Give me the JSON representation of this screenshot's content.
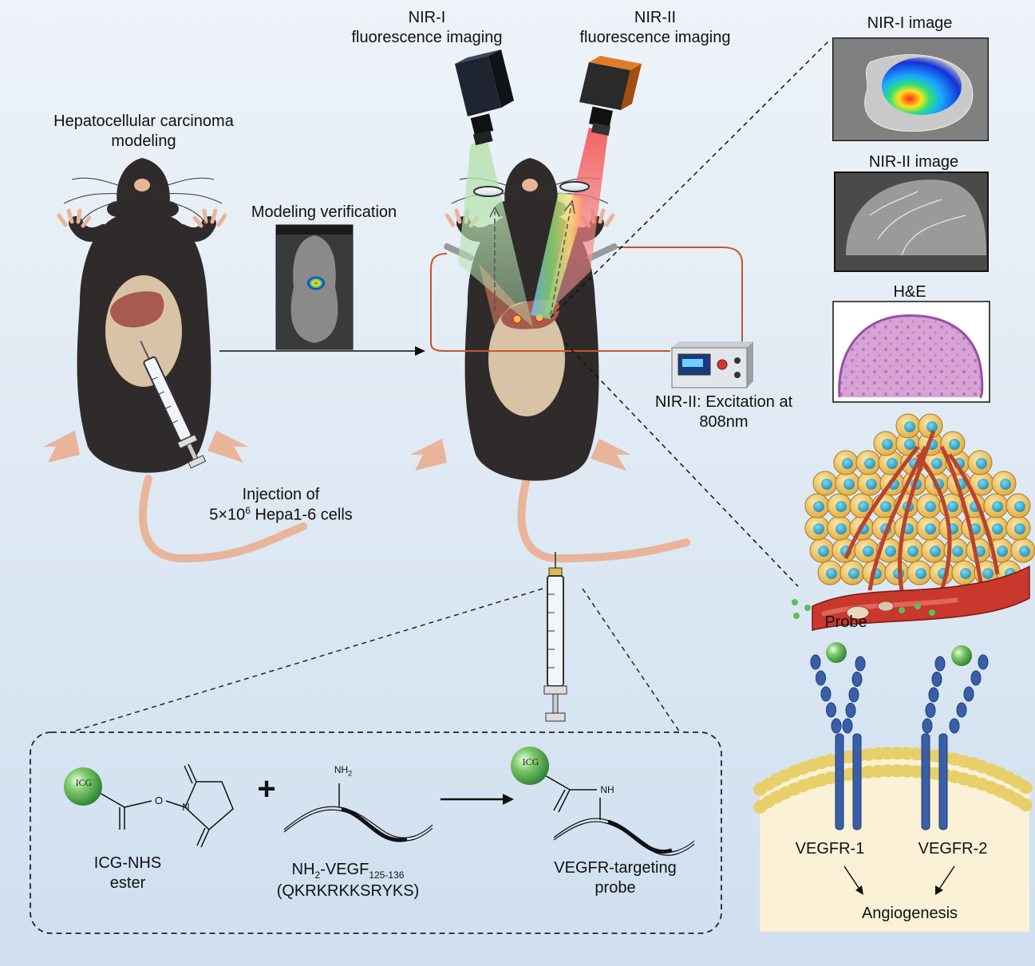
{
  "labels": {
    "hcc_title_line1": "Hepatocellular carcinoma",
    "hcc_title_line2": "modeling",
    "modeling_verification": "Modeling verification",
    "injection_line1": "Injection of",
    "injection_prefix": "5×10",
    "injection_exp": "6",
    "injection_suffix": " Hepa1-6 cells",
    "nir1_line1": "NIR-I",
    "nir1_line2": "fluorescence imaging",
    "nir2_line1": "NIR-II",
    "nir2_line2": "fluorescence imaging",
    "excitation_line1": "NIR-II: Excitation at",
    "excitation_line2": "808nm",
    "nir1_image": "NIR-I image",
    "nir2_image": "NIR-II image",
    "he": "H&E",
    "probe": "Probe",
    "vegfr1": "VEGFR-1",
    "vegfr2": "VEGFR-2",
    "angiogenesis": "Angiogenesis"
  },
  "chemistry": {
    "icg": "ICG",
    "icg_nhs_line1": "ICG-NHS",
    "icg_nhs_line2": "ester",
    "plus": "+",
    "nh2_label": "NH",
    "nh2_sub": "2",
    "peptide_prefix": "NH",
    "peptide_sub1": "2",
    "peptide_mid": "-VEGF",
    "peptide_sub2": "125-136",
    "peptide_seq": "(QKRKRKKSRYKS)",
    "nh_label": "NH",
    "product_line1": "VEGFR-targeting",
    "product_line2": "probe"
  },
  "colors": {
    "mouse_body": "#2f2b2a",
    "skin": "#e9b49a",
    "belly": "#d9c3a6",
    "tumor": "#a85a4e",
    "nir1_beam": "#9fd39a",
    "nir2_beam": "#f26b6b",
    "icg_green": "#7cc86a",
    "cell_yellow": "#f0c45a",
    "nucleus": "#2aa6c8",
    "vessel": "#c9382c",
    "receptor": "#3a5fa8"
  },
  "icons": [
    "nir1-camera-icon",
    "nir2-camera-icon",
    "syringe-icon",
    "laser-device-icon",
    "mouse-icon",
    "tumor-cluster-icon",
    "cell-membrane-icon"
  ]
}
